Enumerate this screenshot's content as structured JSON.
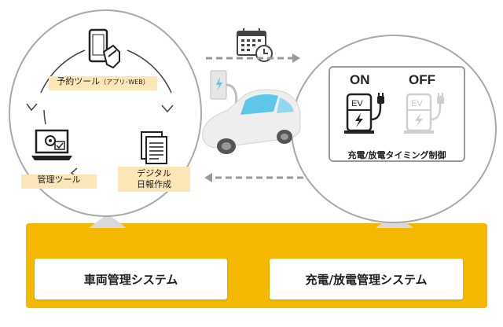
{
  "left_cycle": {
    "reserve_tool_label": "予約ツール",
    "reserve_tool_sub": "（アプリ･WEB）",
    "mgmt_tool_label": "管理ツール",
    "digital_report_line1": "デジタル",
    "digital_report_line2": "日報作成"
  },
  "right_panel": {
    "on_label": "ON",
    "off_label": "OFF",
    "ev_text_on": "EV",
    "ev_text_off": "EV",
    "caption": "充電/放電タイミング制御"
  },
  "systems": {
    "vehicle_mgmt": "車両管理システム",
    "charge_mgmt": "充電/放電管理システム"
  },
  "colors": {
    "accent_yellow": "#f5b800",
    "label_bg": "#fbe6b7",
    "ring_gray": "#a9a9a9",
    "car_blue": "#5ec6e8"
  }
}
